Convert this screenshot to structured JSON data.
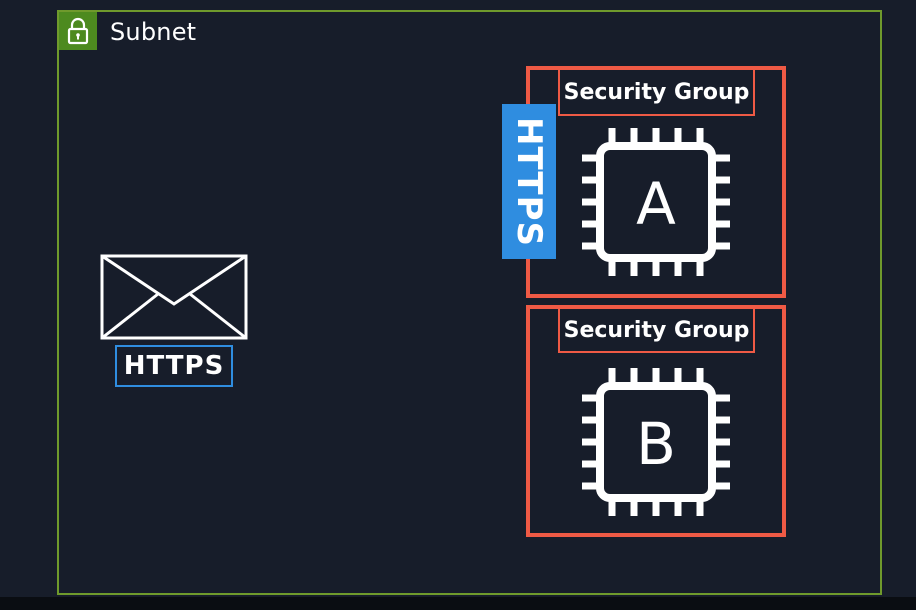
{
  "subnet": {
    "label": "Subnet",
    "icon": "lock-icon",
    "border_color": "#6f9a2c"
  },
  "security_groups": [
    {
      "label": "Security Group",
      "instance": "A",
      "icon": "chip-icon"
    },
    {
      "label": "Security Group",
      "instance": "B",
      "icon": "chip-icon"
    }
  ],
  "traffic": {
    "inbound_label": "HTTPS",
    "packet_label": "HTTPS",
    "packet_icon": "envelope-icon"
  },
  "colors": {
    "background": "#171d2a",
    "subnet": "#6f9a2c",
    "security_group": "#ef5a45",
    "https": "#2f8de0"
  }
}
